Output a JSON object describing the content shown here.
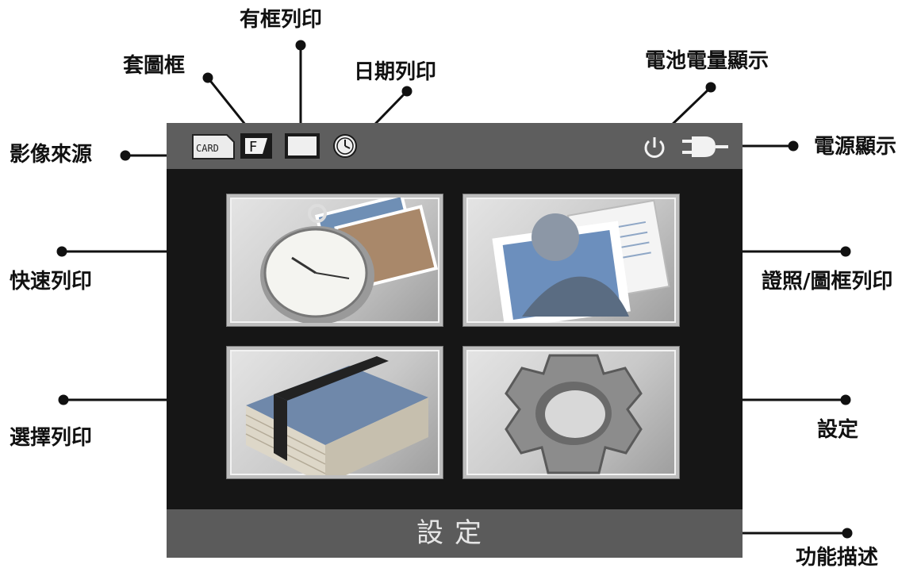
{
  "labels": {
    "frame_overlay": "套圖框",
    "bordered_print": "有框列印",
    "date_print": "日期列印",
    "battery_display": "電池電量顯示",
    "image_source": "影像來源",
    "power_display": "電源顯示",
    "quick_print": "快速列印",
    "id_frame_print": "證照/圖框列印",
    "select_print": "選擇列印",
    "settings": "設定",
    "function_desc": "功能描述"
  },
  "screen": {
    "status_icons": {
      "card_text": "CARD",
      "frame_letter": "F"
    },
    "function_bar_text": "設定",
    "tiles": [
      "quick-print-tile",
      "id-photo-tile",
      "select-print-tile",
      "settings-tile"
    ]
  }
}
